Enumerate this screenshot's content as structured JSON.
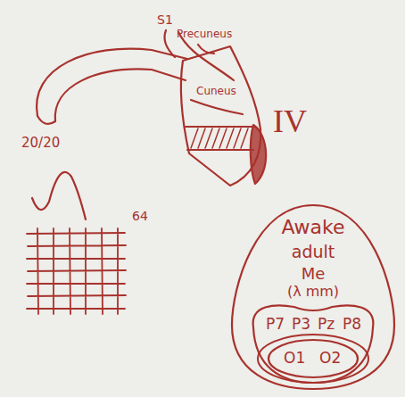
{
  "diagram": {
    "nodes": [
      {
        "text": [
          "Awake",
          "adult",
          "Me",
          "(λ mm)"
        ]
      },
      {
        "text": [
          "P7",
          "P3",
          "Pz",
          "P8"
        ],
        "in": 0
      },
      {
        "text": [
          "O1",
          "O2"
        ],
        "in": 1
      }
    ],
    "labels": [
      "S1",
      "Precuneus",
      "Cuneus",
      "IV",
      "20/20",
      "64"
    ]
  }
}
